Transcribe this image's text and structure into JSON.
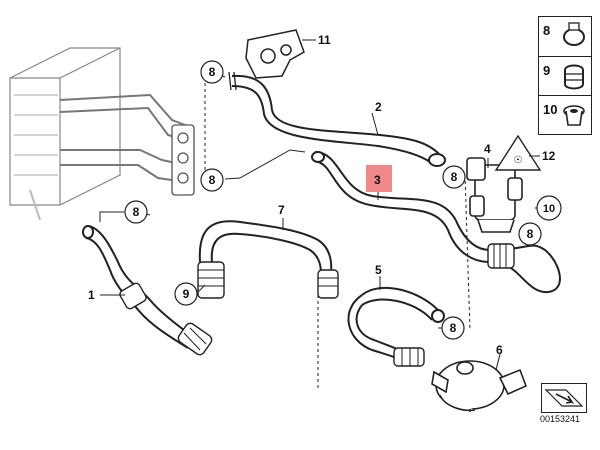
{
  "diagram": {
    "callouts": [
      {
        "id": "label-1",
        "text": "1"
      },
      {
        "id": "label-2",
        "text": "2"
      },
      {
        "id": "label-3",
        "text": "3"
      },
      {
        "id": "label-4",
        "text": "4"
      },
      {
        "id": "label-5",
        "text": "5"
      },
      {
        "id": "label-6",
        "text": "6"
      },
      {
        "id": "label-7",
        "text": "7"
      },
      {
        "id": "label-11",
        "text": "11"
      },
      {
        "id": "label-12",
        "text": "12"
      }
    ],
    "circled_callouts": [
      {
        "id": "circle-8-a",
        "text": "8"
      },
      {
        "id": "circle-8-b",
        "text": "8"
      },
      {
        "id": "circle-8-c",
        "text": "8"
      },
      {
        "id": "circle-8-d",
        "text": "8"
      },
      {
        "id": "circle-8-e",
        "text": "8"
      },
      {
        "id": "circle-8-f",
        "text": "8"
      },
      {
        "id": "circle-9",
        "text": "9"
      },
      {
        "id": "circle-10",
        "text": "10"
      }
    ],
    "legend": [
      {
        "id": "legend-8",
        "text": "8"
      },
      {
        "id": "legend-9",
        "text": "9"
      },
      {
        "id": "legend-10",
        "text": "10"
      }
    ],
    "catalog_number": "00153241",
    "highlight_color": "#f08a8a"
  }
}
